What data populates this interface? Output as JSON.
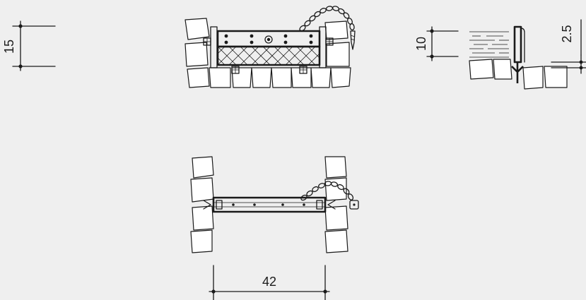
{
  "colors": {
    "background": "#efefef",
    "line": "#1a1a1a",
    "stone_fill": "#ffffff"
  },
  "dimensions": {
    "front_height": "15",
    "side_height": "10",
    "side_offset": "2.5",
    "plan_width": "42"
  }
}
